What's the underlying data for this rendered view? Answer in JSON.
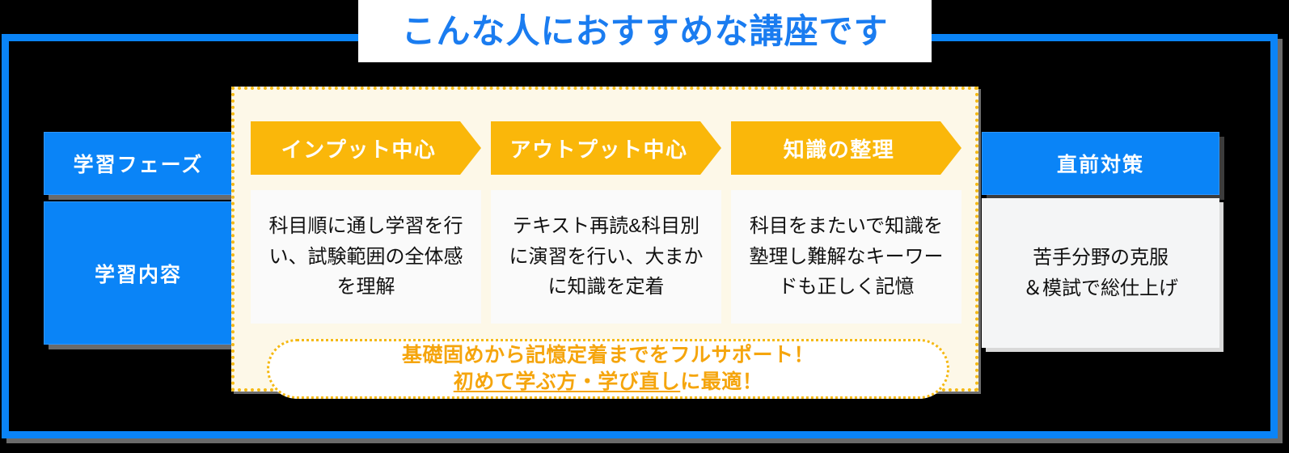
{
  "header": {
    "title": "こんな人におすすめな講座です",
    "title_color": "#1a7cf0"
  },
  "frame": {
    "border_color": "#0a84f7",
    "shadow_color": "#6b6b6b"
  },
  "left_column": {
    "phase_label": "学習フェーズ",
    "content_label": "学習内容",
    "cell_color": "#0a84f7"
  },
  "highlight": {
    "border_color": "#f5b913",
    "background_color": "#fdf8e8",
    "arrows": [
      {
        "label": "インプット中心"
      },
      {
        "label": "アウトプット中心"
      },
      {
        "label": "知識の整理"
      }
    ],
    "arrow_color": "#fab70a",
    "cards": [
      {
        "text": "科目順に通し学習を行い、試験範囲の全体感を理解"
      },
      {
        "text": "テキスト再読&科目別に演習を行い、大まかに知識を定着"
      },
      {
        "text": "科目をまたいで知識を塾理し難解なキーワードも正しく記憶"
      }
    ],
    "banner": {
      "line1": "基礎固めから記憶定着までをフルサポート！",
      "line2_underlined": "初めて学ぶ方・学び直し",
      "line2_plain": "に最適！",
      "text_color": "#f5a50d"
    }
  },
  "right_column": {
    "phase_label": "直前対策",
    "content_line1": "苦手分野の克服",
    "content_line2": "＆模試で総仕上げ",
    "cell_color": "#0a84f7"
  }
}
